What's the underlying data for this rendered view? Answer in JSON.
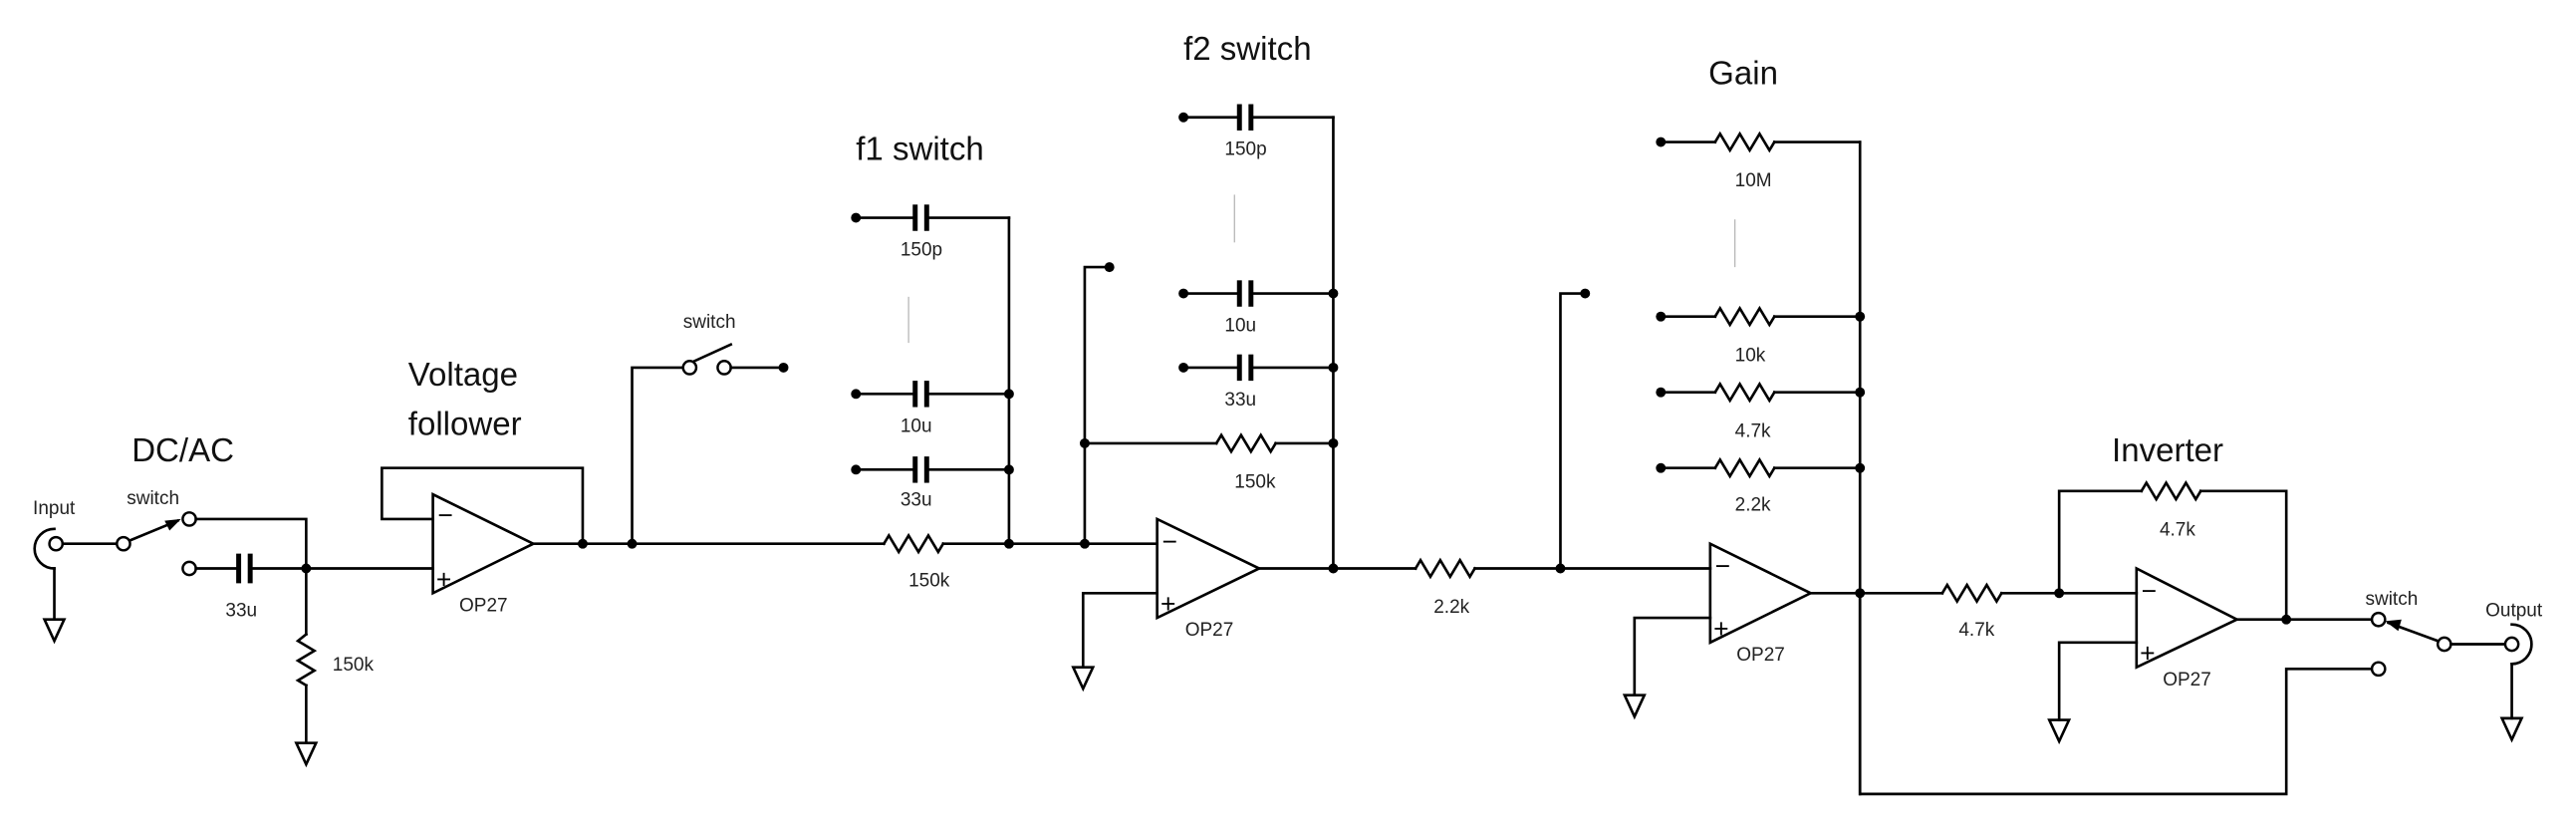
{
  "diagram": {
    "type": "circuit-schematic",
    "sections": {
      "dcac": "DC/AC",
      "follower_line1": "Voltage",
      "follower_line2": "follower",
      "f1": "f1 switch",
      "f2": "f2 switch",
      "gain": "Gain",
      "inverter": "Inverter"
    },
    "io": {
      "input": "Input",
      "output": "Output"
    },
    "switches": {
      "input_switch": "switch",
      "follower_switch": "switch",
      "output_switch": "switch"
    },
    "opamps": {
      "follower": "OP27",
      "filter": "OP27",
      "gain": "OP27",
      "inverter": "OP27"
    },
    "components": {
      "c_input": "33u",
      "r_input_shunt": "150k",
      "r_f1_series": "150k",
      "f1_caps": [
        "150p",
        "10u",
        "33u"
      ],
      "f2_caps": [
        "150p",
        "10u",
        "33u"
      ],
      "r_f2_feedback": "150k",
      "r_gain_input": "2.2k",
      "gain_resistors": [
        "10M",
        "10k",
        "4.7k",
        "2.2k"
      ],
      "r_inverter_input": "4.7k",
      "r_inverter_feedback": "4.7k"
    }
  }
}
